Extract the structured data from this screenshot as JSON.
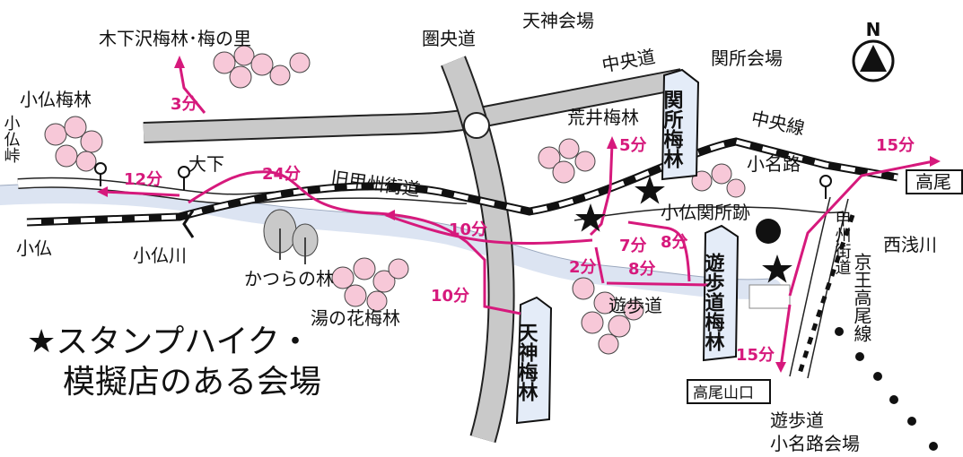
{
  "colors": {
    "route": "#d6197c",
    "river": "#dce4f2",
    "road_gray": "#c9c9c9",
    "blossom": "#f7c8d8",
    "ink": "#111111"
  },
  "compass": {
    "letter": "N",
    "icon": "north-arrow-icon"
  },
  "legend": {
    "line1": "★スタンプハイク・",
    "line2": "模擬店のある会場"
  },
  "roads": {
    "ken_o": "圏央道",
    "chuo_do": "中央道",
    "chuo_line": "中央線",
    "kyuu_koshu": "旧甲州街道",
    "koshu_kaido": "甲州街道",
    "keio_line": "京王高尾線",
    "promenade": "遊歩道"
  },
  "places": {
    "kinoshitazawa": "木下沢梅林･梅の里",
    "kobotoke_bairin": "小仏梅林",
    "kobotoke_toge": "小仏峠",
    "ooshita": "大下",
    "kobotoke": "小仏",
    "kobotoke_river": "小仏川",
    "katsura": "かつらの林",
    "yunohana": "湯の花梅林",
    "tenjin_venue": "天神会場",
    "arai": "荒井梅林",
    "sekisho_venue": "関所会場",
    "obana": "小名路",
    "kobotoke_sekisho": "小仏関所跡",
    "nishiasa": "西浅川",
    "takao": "高尾",
    "takaosanguchi": "高尾山口",
    "yuhodo_obana_line1": "遊歩道",
    "yuhodo_obana_line2": "小名路会場"
  },
  "plum_signs": {
    "sekisho": "関所梅林",
    "tenjin": "天神梅林",
    "yuhodo": "遊歩道梅林"
  },
  "times": {
    "t3": "3分",
    "t12": "12分",
    "t24": "24分",
    "t10a": "10分",
    "t10b": "10分",
    "t5": "5分",
    "t7": "7分",
    "t8a": "8分",
    "t2": "2分",
    "t8b": "8分",
    "t15a": "15分",
    "t15b": "15分"
  }
}
